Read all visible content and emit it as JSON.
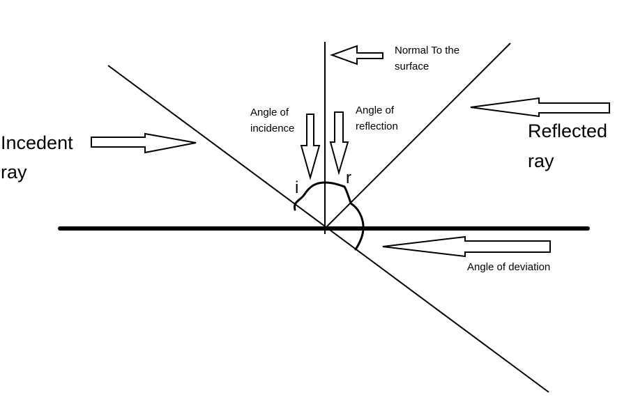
{
  "diagram": {
    "colors": {
      "background": "#ffffff",
      "ink": "#000000"
    },
    "labels": {
      "normal_line1": "Normal To the",
      "normal_line2": "surface",
      "incidence_line1": "Angle of",
      "incidence_line2": "incidence",
      "reflection_line1": "Angle of",
      "reflection_line2": "reflection",
      "incident_line1": "Incedent",
      "incident_line2": "ray",
      "reflected_line1": "Reflected",
      "reflected_line2": "ray",
      "deviation": "Angle of deviation",
      "angle_i": "i",
      "angle_r": "r"
    }
  }
}
